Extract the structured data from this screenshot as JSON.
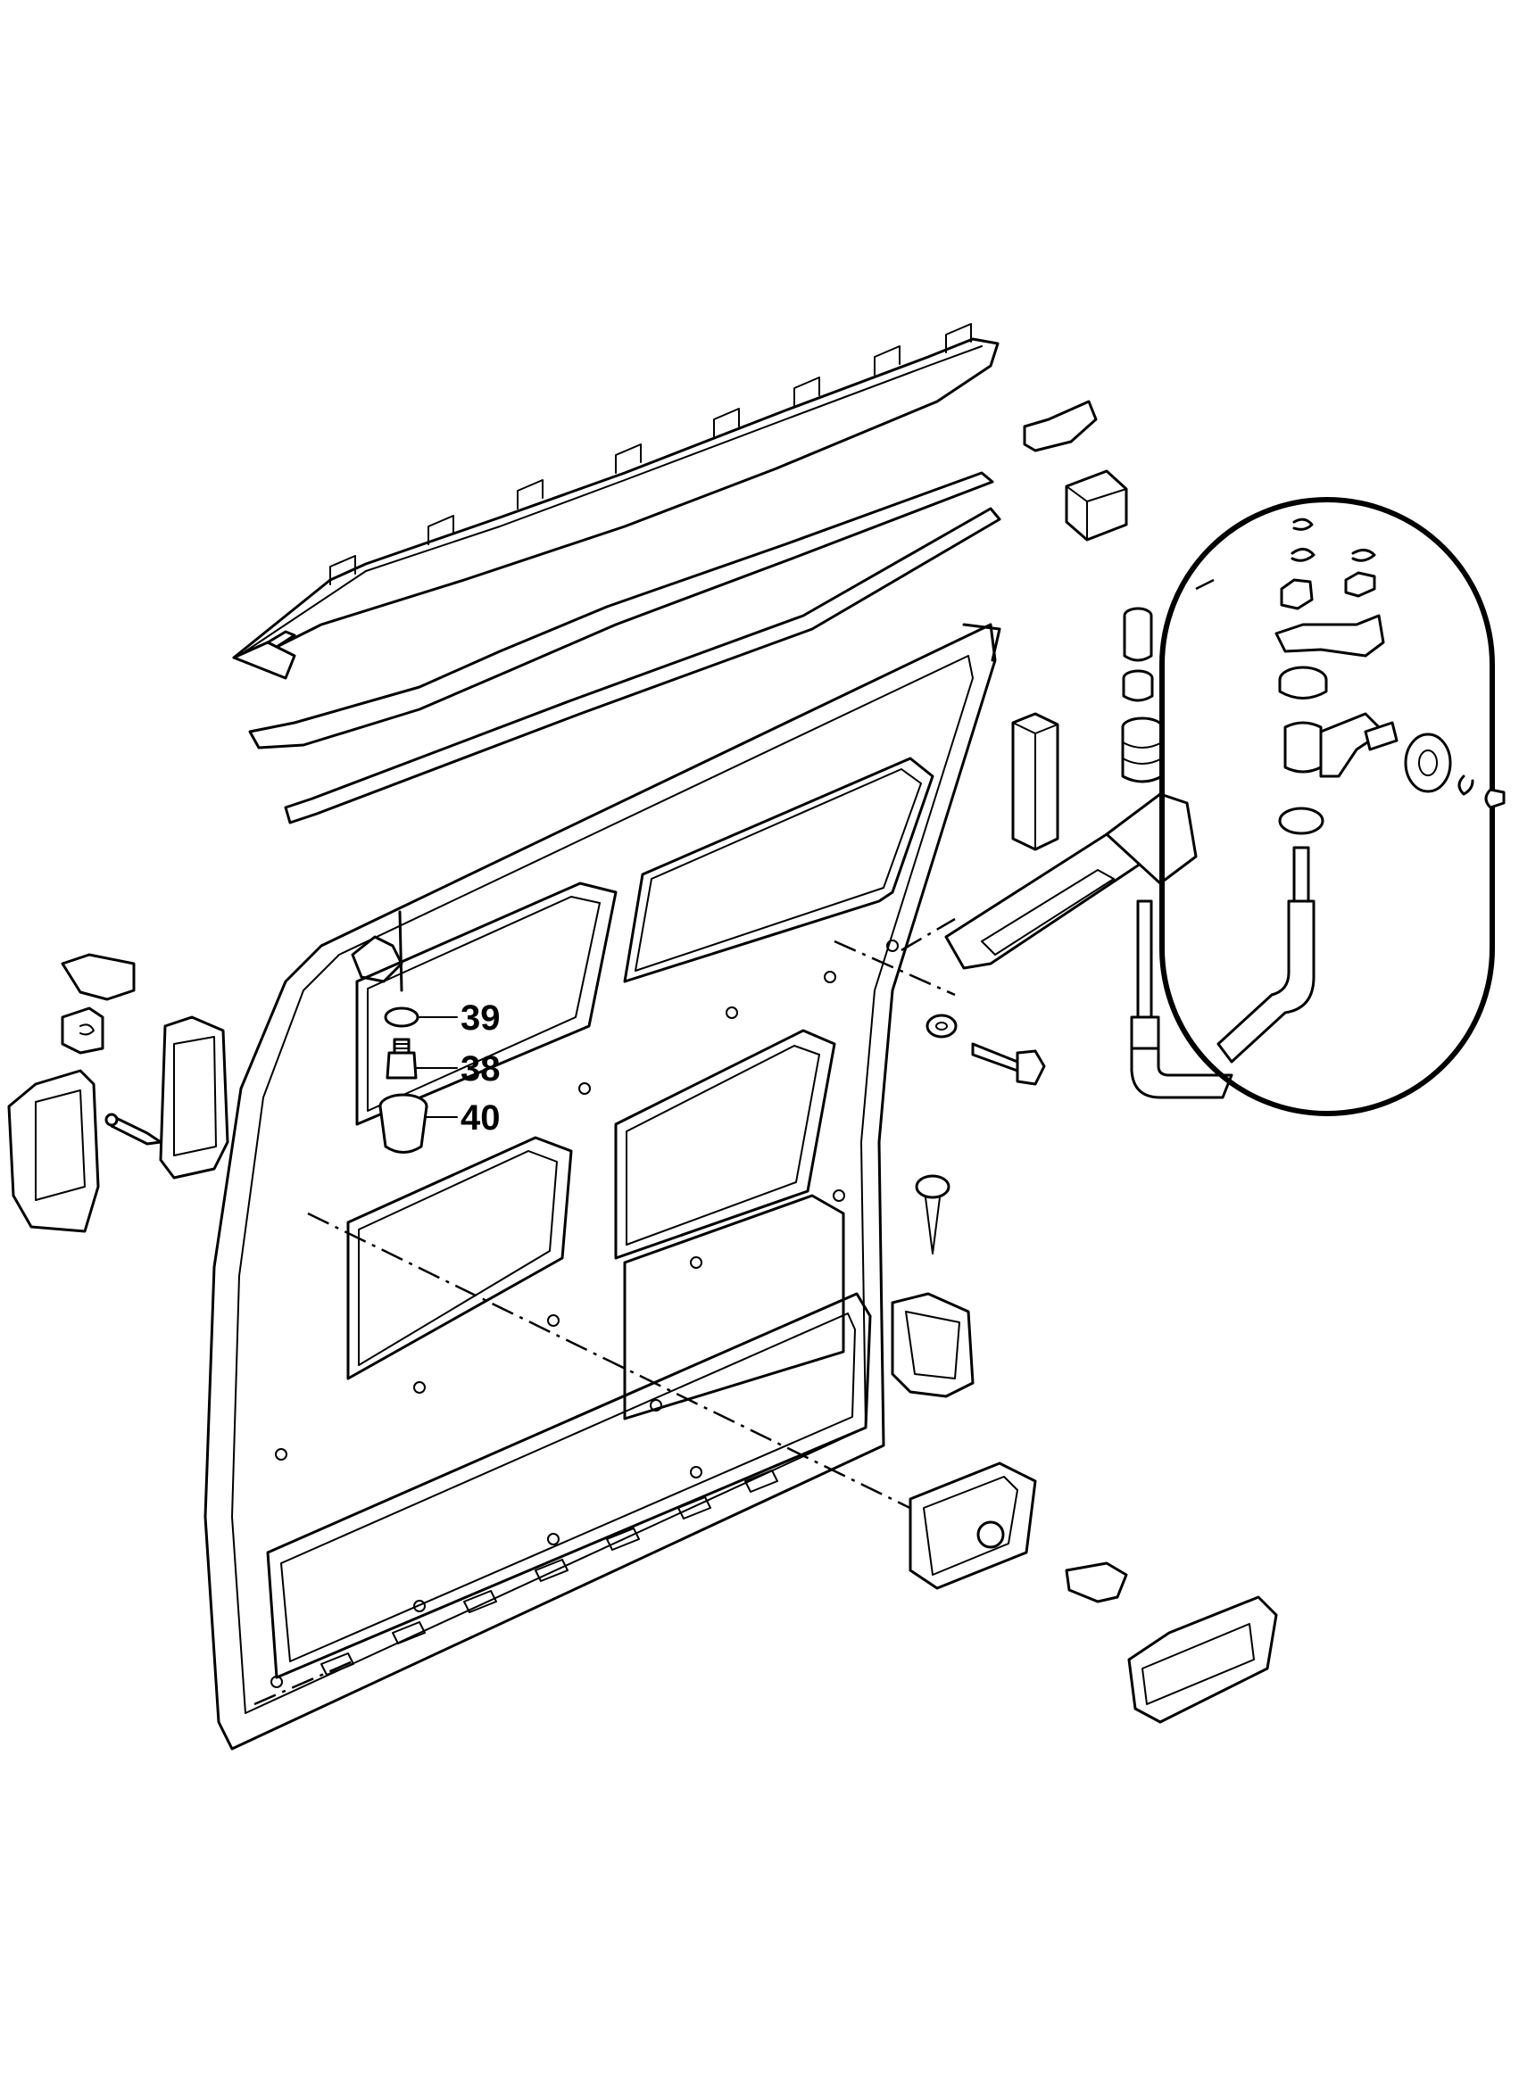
{
  "callouts": [
    {
      "id": "39",
      "label": "39"
    },
    {
      "id": "38",
      "label": "38"
    },
    {
      "id": "40",
      "label": "40"
    }
  ],
  "colors": {
    "line": "#000000",
    "background": "#ffffff"
  }
}
